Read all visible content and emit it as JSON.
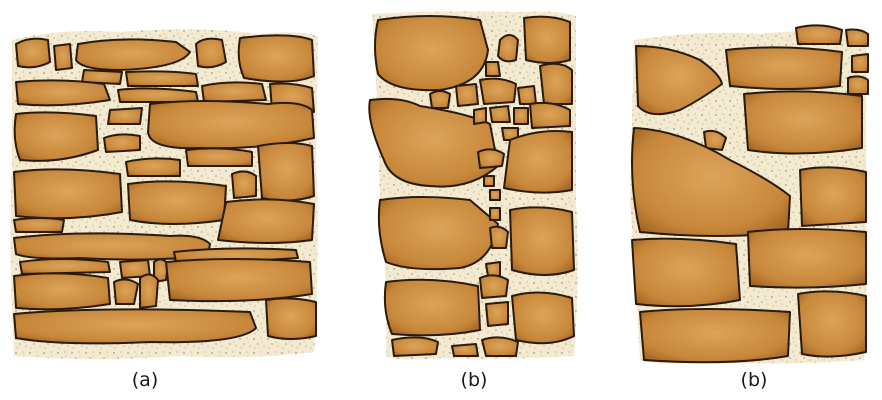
{
  "panels": [
    {
      "id": "a",
      "caption": "(a)"
    },
    {
      "id": "b1",
      "caption": "(b)"
    },
    {
      "id": "b2",
      "caption": "(b)"
    }
  ],
  "colors": {
    "mortar": "#f3ead0",
    "mortar_speck": "#7d7360",
    "stone_light": "#d79a4c",
    "stone_dark": "#9a5e20",
    "outline": "#2a1a0c"
  }
}
